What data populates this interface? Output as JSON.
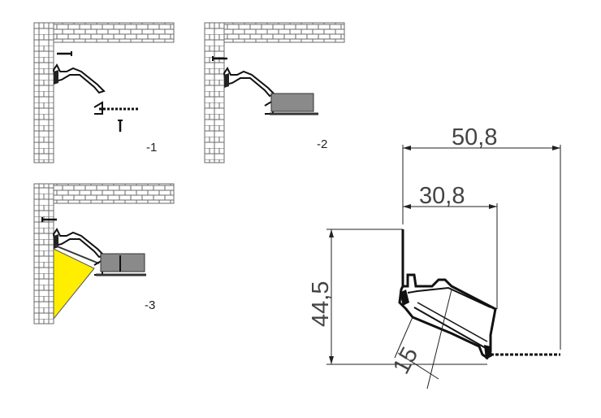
{
  "steps": {
    "one": "-1",
    "two": "-2",
    "three": "-3"
  },
  "dimensions": {
    "overall_width": "50,8",
    "profile_width": "30,8",
    "height": "44,5",
    "diffuser_width": "15"
  },
  "colors": {
    "line": "#111111",
    "brick_line": "#6a6a6a",
    "light_fill": "#ffee00",
    "board_fill": "#8a8a8a",
    "board_dark": "#333333"
  },
  "icons": [
    "wall-brick-pattern",
    "screw-icon",
    "led-light-fill",
    "gypsum-board-icon"
  ]
}
